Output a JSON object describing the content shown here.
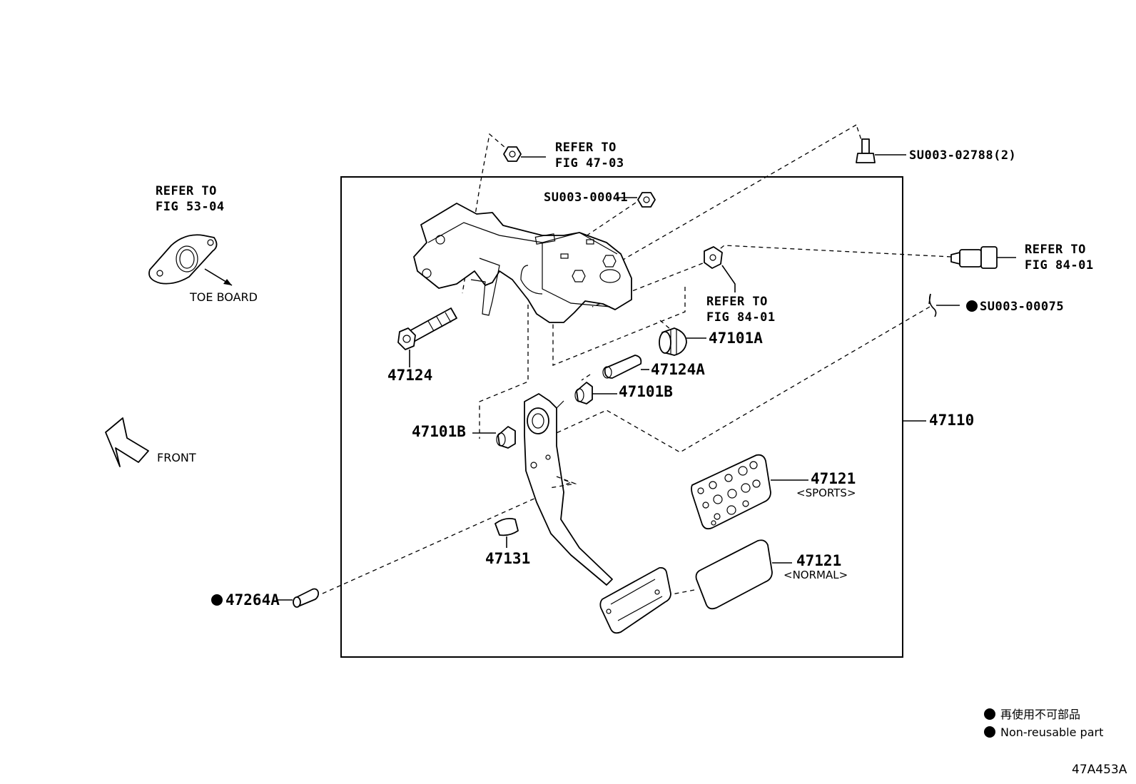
{
  "diagram": {
    "refs": {
      "fig_47_03": [
        "REFER TO",
        "FIG 47-03"
      ],
      "fig_53_04": [
        "REFER TO",
        "FIG 53-04"
      ],
      "fig_84_01_switch": [
        "REFER TO",
        "FIG 84-01"
      ],
      "fig_84_01_bracket": [
        "REFER TO",
        "FIG 84-01"
      ]
    },
    "parts": {
      "su003_00041": "SU003-00041",
      "su003_02788": "SU003-02788(2)",
      "su003_00075": "SU003-00075",
      "p47101A": "47101A",
      "p47124A": "47124A",
      "p47124": "47124",
      "p47101B_right": "47101B",
      "p47101B_left": "47101B",
      "p47110": "47110",
      "p47121_sports": "47121",
      "p47121_normal": "47121",
      "p47131": "47131",
      "p47264A": "47264A"
    },
    "notes": {
      "toe_board": "TOE BOARD",
      "front": "FRONT",
      "sports": "<SPORTS>",
      "normal": "<NORMAL>"
    },
    "legend": {
      "japanese": "再使用不可部品",
      "english": "Non-reusable part"
    },
    "figure_code": "47A453A"
  }
}
